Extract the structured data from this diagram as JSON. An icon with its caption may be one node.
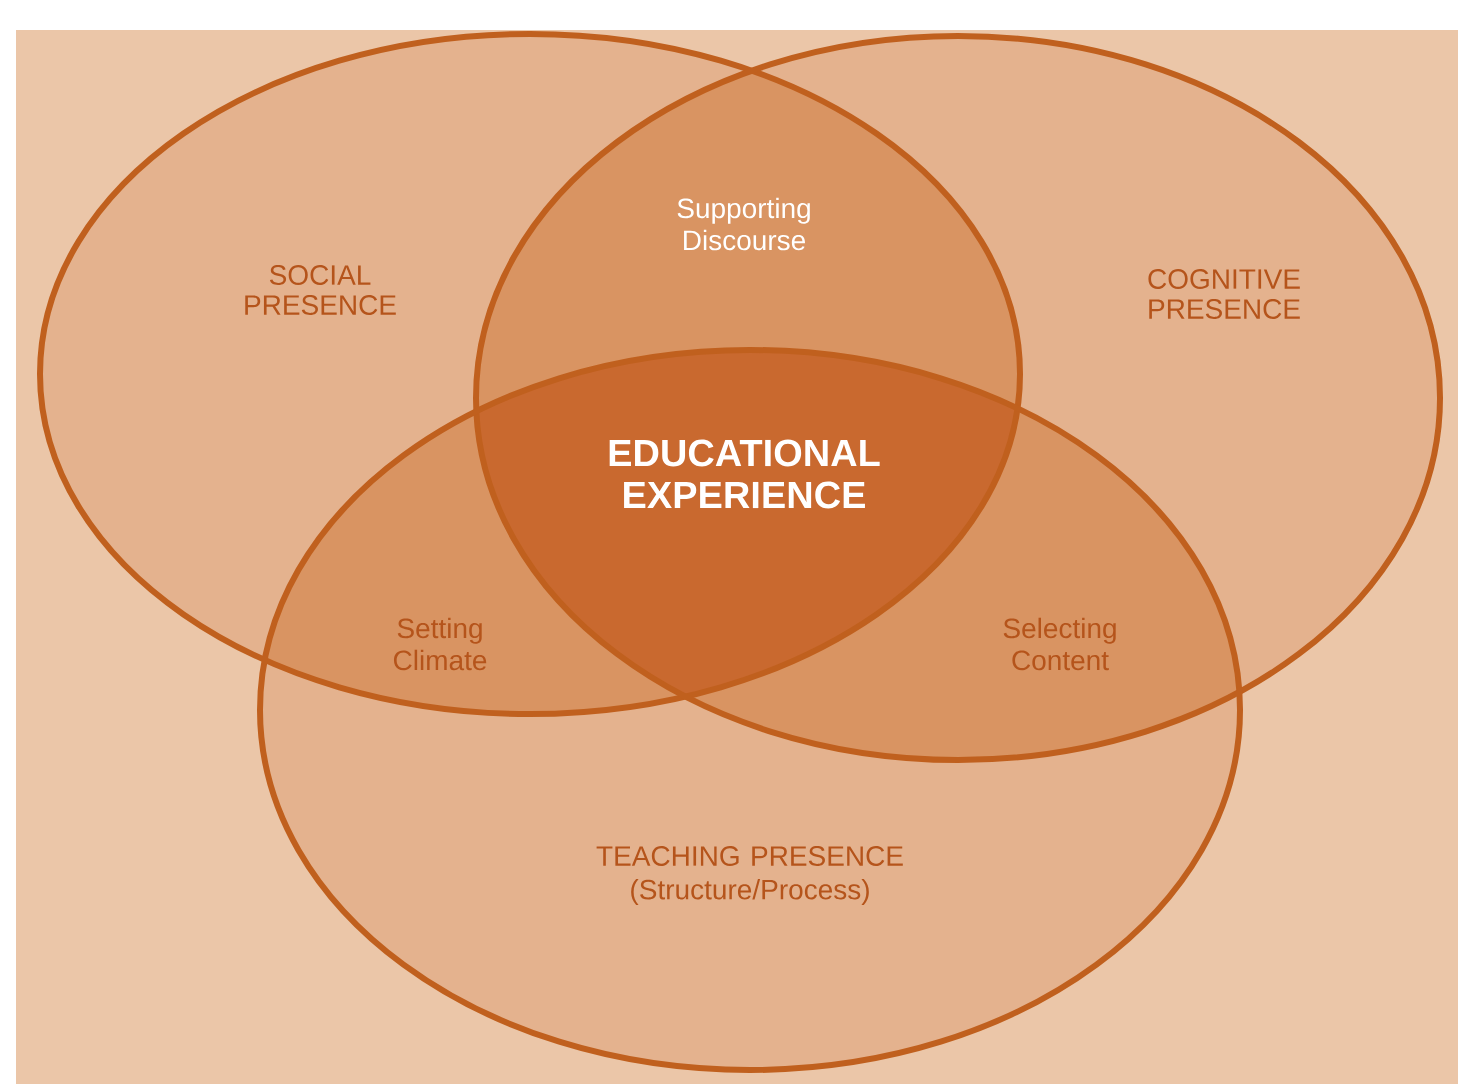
{
  "diagram": {
    "nodes": [
      {
        "text": [
          "SOCIAL PRESENCE"
        ]
      },
      {
        "text": [
          "COGNITIVE PRESENCE"
        ]
      },
      {
        "text": [
          "TEACHING PRESENCE",
          "(Structure/Process)"
        ]
      }
    ],
    "labels": [
      "Supporting Discourse",
      "EDUCATIONAL EXPERIENCE",
      "Setting Climate",
      "Selecting Content"
    ]
  }
}
